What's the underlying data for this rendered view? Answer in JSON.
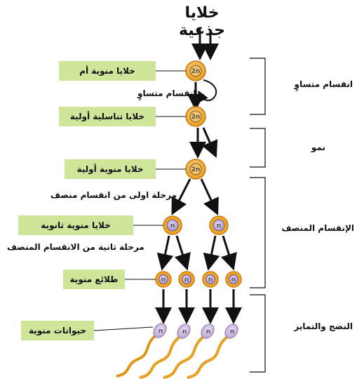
{
  "title": "خلايا جذعية",
  "labels": {
    "mother": "خلايا منوية أم",
    "mitosis_note": "انقسام متساوٍ",
    "spermatogonia": "خلايا تناسلية أولية",
    "primary": "خلايا منوية أولية",
    "meiosis1_note": "مرحلة اولى من انقسام منصف",
    "secondary": "خلايا منوية ثانوية",
    "meiosis2_note": "مرحلة ثانية من الانقسام المنصف",
    "spermatids": "طلائع منوية",
    "sperm": "حيوانات منوية"
  },
  "stages": {
    "mitosis": "انقسام متساوٍ",
    "growth": "نمو",
    "meiosis": "الإنقسام المنصف",
    "maturation": "النضج والتمايز"
  },
  "cells": {
    "diploid": "2n",
    "haploid": "n"
  },
  "colors": {
    "label_bg": "#cfe59a",
    "cell_outer": "#f5a623",
    "cell_inner_diploid": "#f2b84a",
    "cell_inner_haploid": "#b9a7d6"
  }
}
